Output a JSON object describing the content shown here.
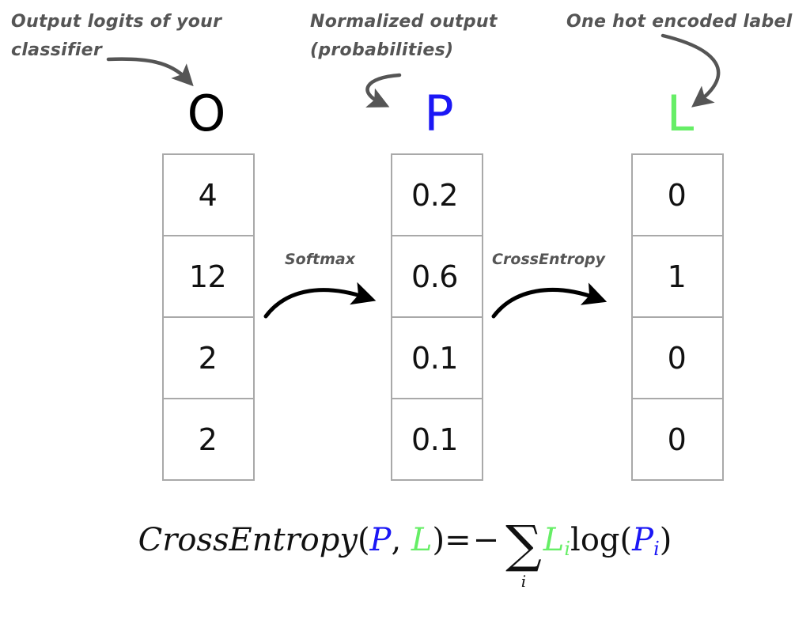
{
  "annotations": {
    "logits": "Output logits of your\nclassifier",
    "probabilities": "Normalized output\n(probabilities)",
    "onehot": "One hot encoded label"
  },
  "operations": {
    "softmax": "Softmax",
    "crossentropy": "CrossEntropy"
  },
  "columns": [
    {
      "id": "o",
      "header": "O",
      "header_color": "#000000",
      "values": [
        "4",
        "12",
        "2",
        "2"
      ]
    },
    {
      "id": "p",
      "header": "P",
      "header_color": "#1b17f5",
      "values": [
        "0.2",
        "0.6",
        "0.1",
        "0.1"
      ]
    },
    {
      "id": "l",
      "header": "L",
      "header_color": "#66ee66",
      "values": [
        "0",
        "1",
        "0",
        "0"
      ]
    }
  ],
  "formula": {
    "name": "CrossEntropy",
    "open_paren": "(",
    "arg_p": "P",
    "comma": ", ",
    "arg_l": "L",
    "close_paren": ")",
    "equals": "=",
    "minus": "−",
    "sigma": "∑",
    "sigma_index": "i",
    "term_l": "L",
    "term_l_sub": "i",
    "log": "log",
    "log_open": "(",
    "term_p": "P",
    "term_p_sub": "i",
    "log_close": ")"
  },
  "colors": {
    "arrow_gray": "#555555",
    "arrow_black": "#000000",
    "cell_border": "#a9a9a9",
    "blue": "#1b17f5",
    "green": "#66ee66",
    "background": "#ffffff"
  }
}
